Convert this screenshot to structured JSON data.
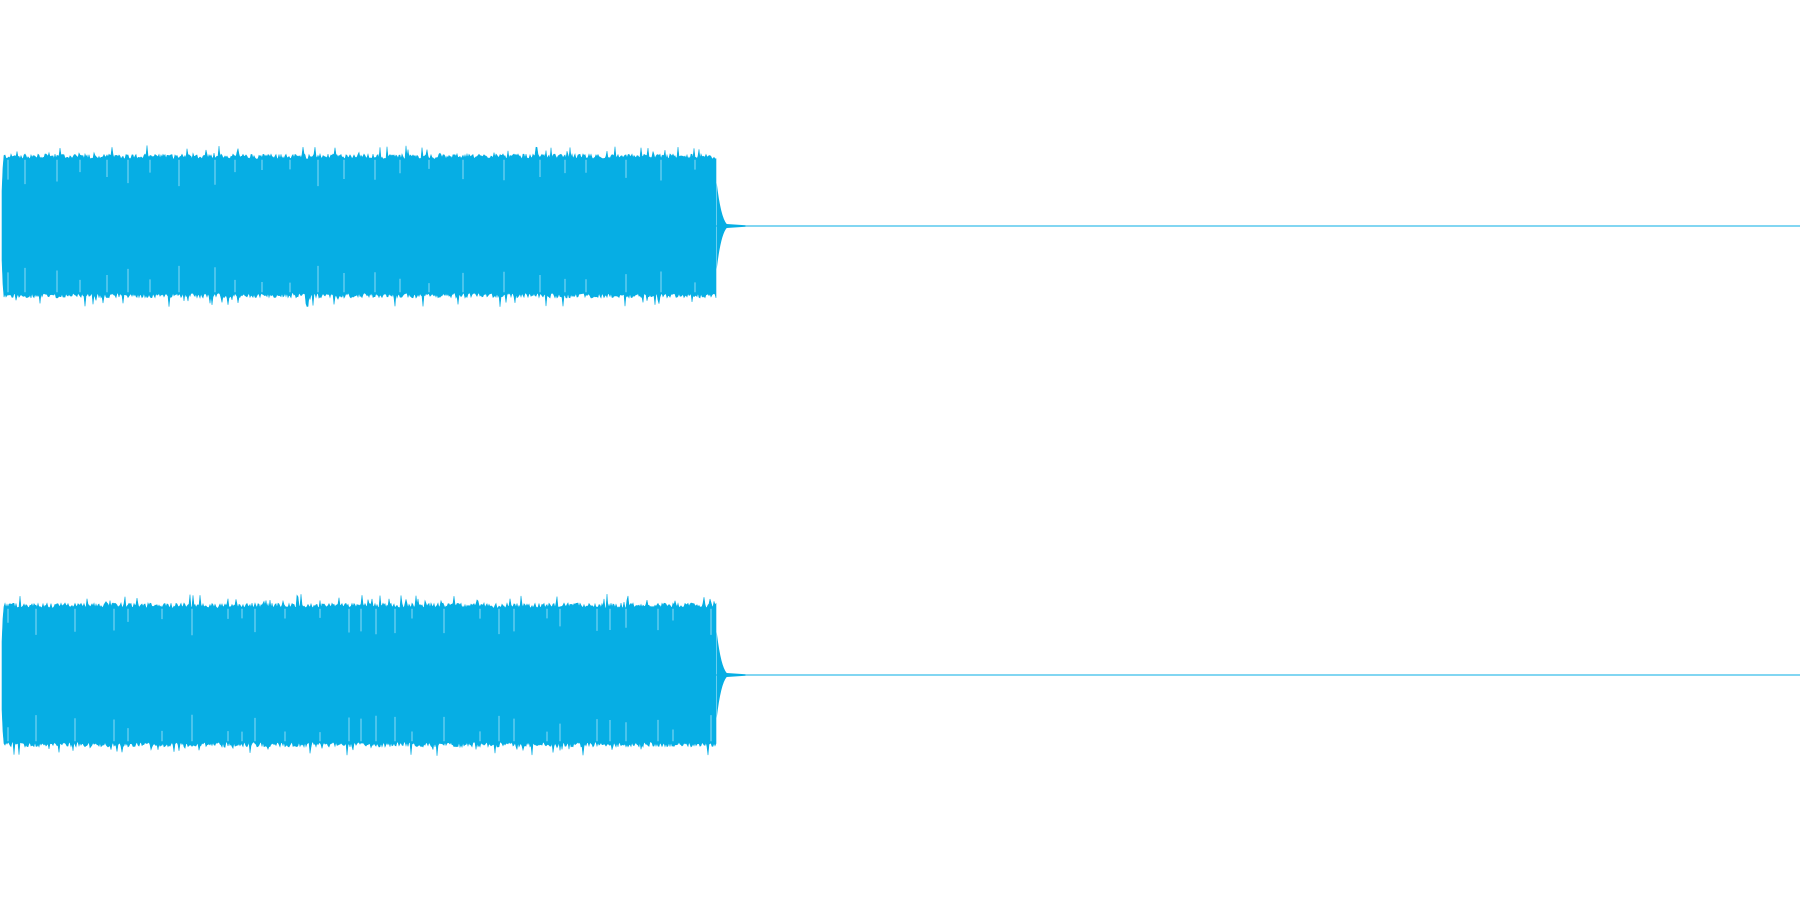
{
  "chart_data": {
    "type": "area",
    "title": "",
    "xlabel": "",
    "ylabel": "",
    "grid": false,
    "legend": "none",
    "waveform_color": "#06aee4",
    "background_color": "#ffffff",
    "x_range": [
      0,
      1
    ],
    "y_range": [
      -1,
      1
    ],
    "channels": [
      {
        "sound_fraction": 0.3975,
        "typical_peak_amplitude": 0.8,
        "max_peak_amplitude": 0.9,
        "tail_fraction": 0.016,
        "tail_amplitude": 0.03
      },
      {
        "sound_fraction": 0.3975,
        "typical_peak_amplitude": 0.8,
        "max_peak_amplitude": 0.9,
        "tail_fraction": 0.016,
        "tail_amplitude": 0.03
      }
    ]
  }
}
